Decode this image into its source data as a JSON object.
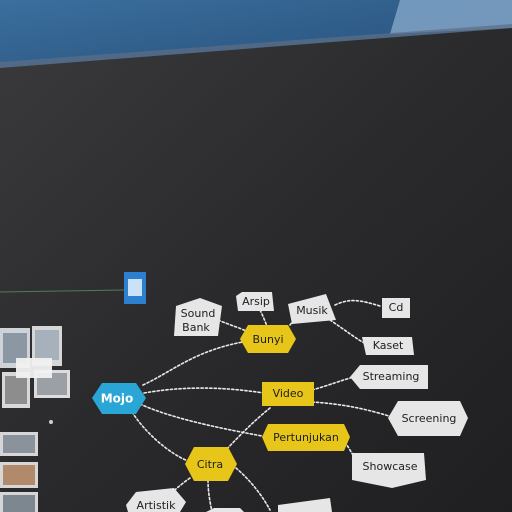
{
  "scene": {
    "description_free": true,
    "colors": {
      "wall": "#262628",
      "ceiling": "#2f5a86",
      "yellow_tag": "#e7c619",
      "blue_tag": "#2aa6d6",
      "white_tag": "#e6e6e6"
    }
  },
  "mindmap": {
    "nodes": {
      "mojo": "Mojo",
      "bunyi": "Bunyi",
      "video": "Video",
      "pertunjukan": "Pertunjukan",
      "citra": "Citra",
      "arsip": "Arsip",
      "musik": "Musik",
      "sound_bank": [
        "Sound",
        "Bank"
      ],
      "cd": "Cd",
      "kaset": "Kaset",
      "streaming": "Streaming",
      "screening": "Screening",
      "showcase": "Showcase",
      "artistik": "Artistik"
    }
  }
}
